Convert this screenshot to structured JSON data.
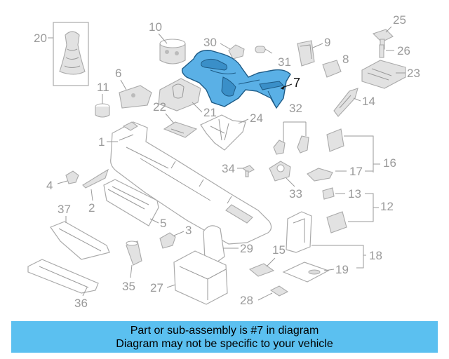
{
  "callouts": {
    "n1": "1",
    "n2": "2",
    "n3": "3",
    "n4": "4",
    "n5": "5",
    "n6": "6",
    "n7": "7",
    "n8": "8",
    "n9": "9",
    "n10": "10",
    "n11": "11",
    "n12": "12",
    "n13": "13",
    "n14": "14",
    "n15": "15",
    "n16": "16",
    "n17": "17",
    "n18": "18",
    "n19": "19",
    "n20": "20",
    "n21": "21",
    "n22": "22",
    "n23": "23",
    "n24": "24",
    "n25": "25",
    "n26": "26",
    "n27": "27",
    "n28": "28",
    "n29": "29",
    "n30": "30",
    "n31": "31",
    "n32": "32",
    "n33": "33",
    "n34": "34",
    "n35": "35",
    "n36": "36",
    "n37": "37"
  },
  "highlight_color": "#5ab0e6",
  "banner": {
    "line1": "Part or sub-assembly is #7 in diagram",
    "line2": "Diagram may not be specific to your vehicle",
    "color": "#5bc0f0"
  }
}
